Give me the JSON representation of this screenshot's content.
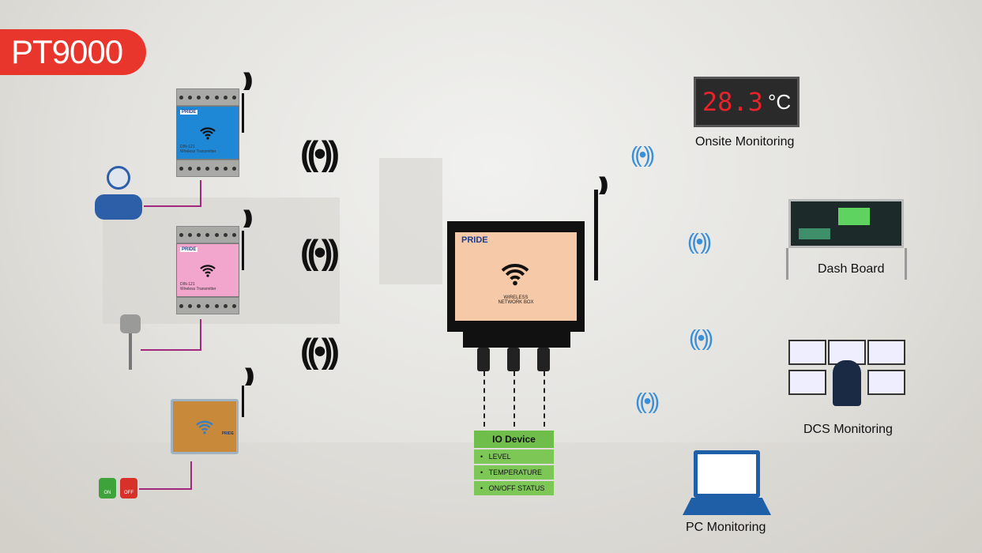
{
  "badge": "PT9000",
  "transmitters": [
    {
      "color": "#1e88d6",
      "model": "DIN-121",
      "label": "Wireless Transmitter",
      "brand": "PRIDE",
      "sensor": "flow-meter"
    },
    {
      "color": "#f3a6cd",
      "model": "DIN-121",
      "label": "Wireless Transmitter",
      "brand": "PRIDE",
      "sensor": "temperature-probe"
    },
    {
      "color": "#c88a3a",
      "model": "",
      "label": "",
      "brand": "PRIDE",
      "sensor": "on-off-switches"
    }
  ],
  "switches": {
    "on": "ON",
    "off": "OFF"
  },
  "network_box": {
    "brand": "PRIDE",
    "line1": "WIRELESS",
    "line2": "NETWORK BOX"
  },
  "io_device": {
    "title": "IO Device",
    "items": [
      "LEVEL",
      "TEMPERATURE",
      "ON/OFF STATUS"
    ]
  },
  "onsite_display": {
    "value": "28.3",
    "unit": "°C"
  },
  "monitors": {
    "onsite": "Onsite Monitoring",
    "dashboard": "Dash Board",
    "dcs": "DCS Monitoring",
    "pc": "PC Monitoring"
  },
  "colors": {
    "badge": "#e8362c",
    "accent_line": "#a3267f",
    "io_green": "#6fbd4a",
    "signal_blue": "#3a8fd8"
  }
}
